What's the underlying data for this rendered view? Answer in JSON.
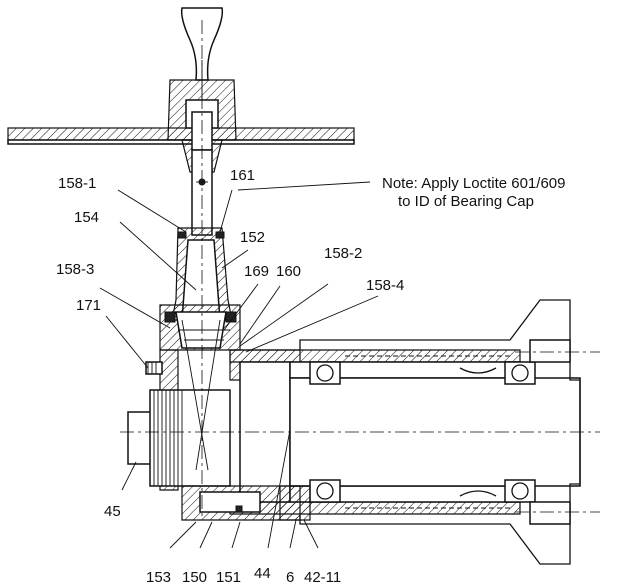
{
  "note": {
    "line1": "Note: Apply Loctite 601/609",
    "line2": "to ID of Bearing Cap"
  },
  "callouts": {
    "c158_1": "158-1",
    "c161": "161",
    "c154": "154",
    "c152": "152",
    "c158_3": "158-3",
    "c169": "169",
    "c160": "160",
    "c158_2": "158-2",
    "c158_4": "158-4",
    "c171": "171",
    "c45": "45",
    "c153": "153",
    "c150": "150",
    "c151": "151",
    "c44": "44",
    "c6": "6",
    "c42_11": "42-11"
  }
}
